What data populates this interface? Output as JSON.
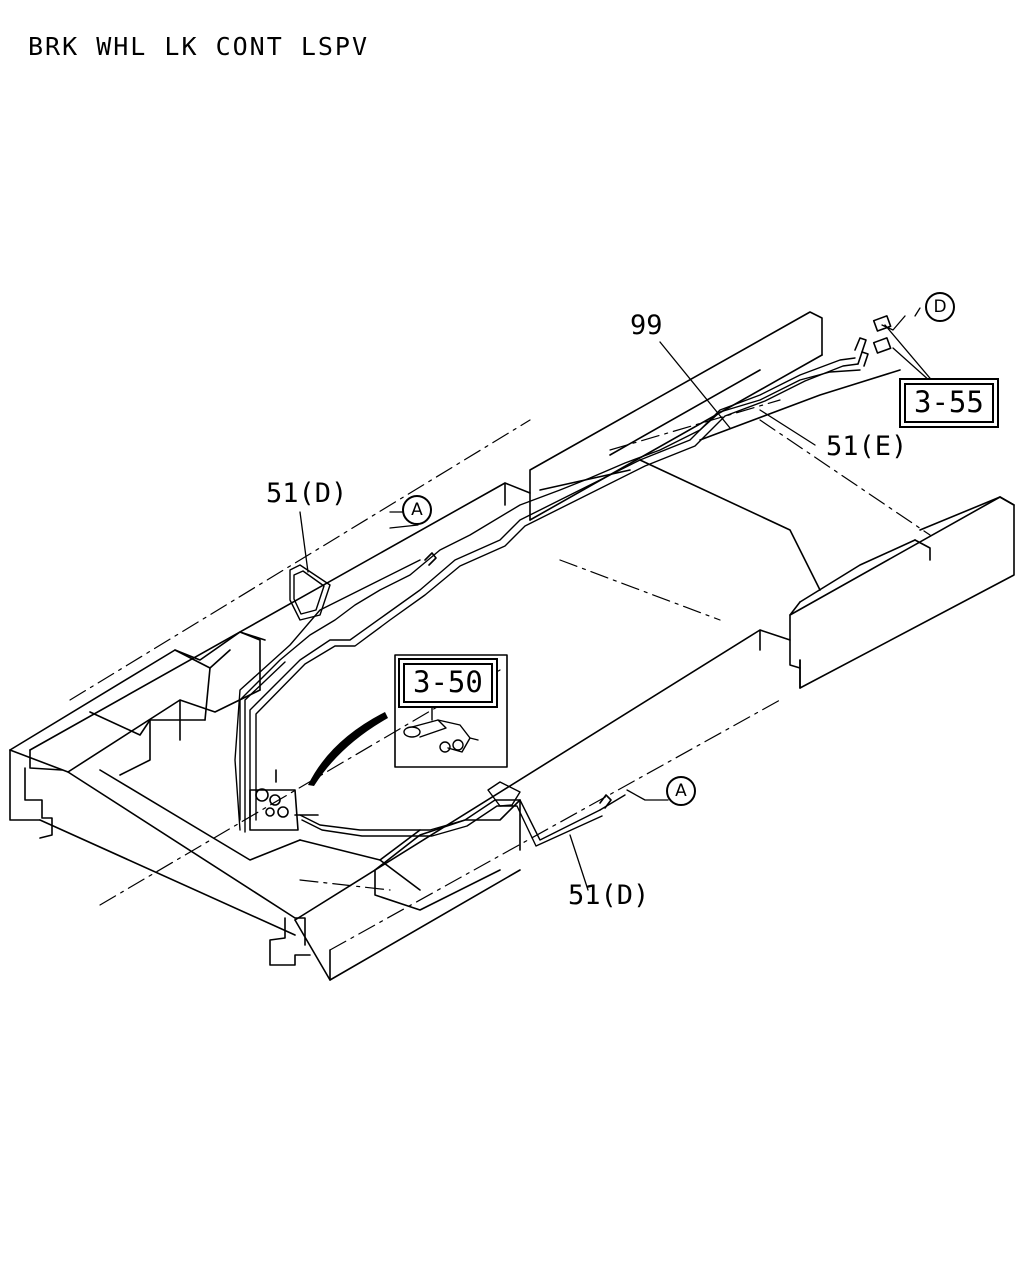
{
  "title": "BRK WHL LK CONT LSPV",
  "part_labels": {
    "p99": "99",
    "p51e": "51(E)",
    "p51d_upper": "51(D)",
    "p51d_lower": "51(D)"
  },
  "reference_boxes": {
    "ref_3_55": "3-55",
    "ref_3_50": "3-50"
  },
  "callouts": {
    "a_upper": "A",
    "a_lower": "A",
    "d": "D"
  }
}
